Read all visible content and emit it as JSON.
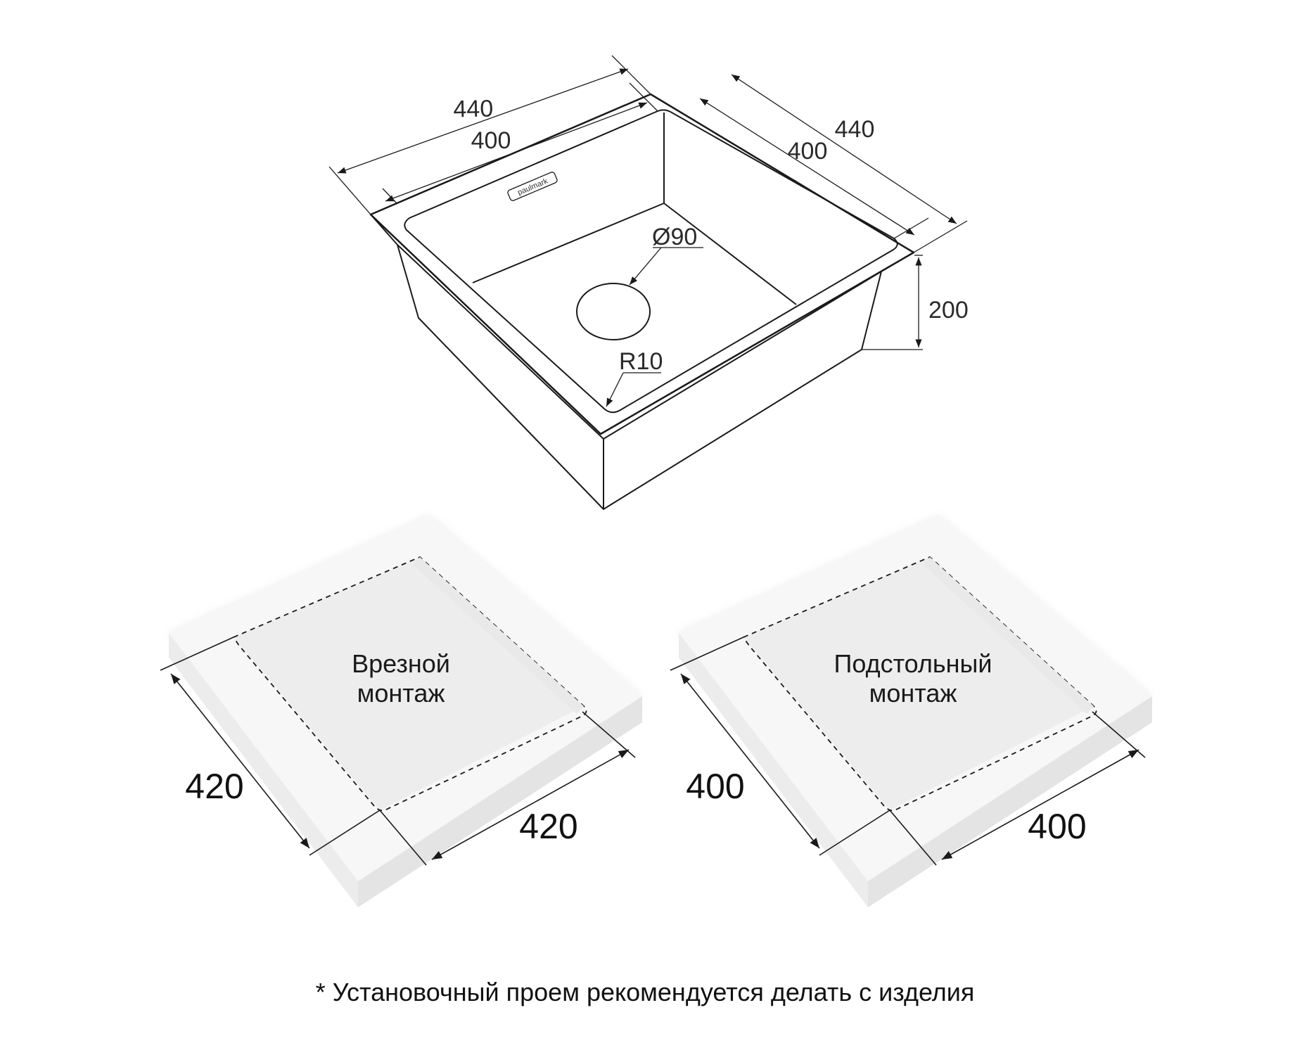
{
  "sink": {
    "brand": "paulmark",
    "dims": {
      "outer_width": "440",
      "inner_width": "400",
      "outer_depth": "440",
      "inner_depth": "400",
      "height": "200",
      "drain_diameter": "Ø90",
      "corner_radius": "R10"
    }
  },
  "mountings": [
    {
      "line1": "Врезной",
      "line2": "монтаж",
      "dim_left": "420",
      "dim_right": "420"
    },
    {
      "line1": "Подстольный",
      "line2": "монтаж",
      "dim_left": "400",
      "dim_right": "400"
    }
  ],
  "footnote": "* Установочный проем рекомендуется делать с изделия",
  "colors": {
    "line": "#1a1a1a",
    "slab_top": "#f6f6f6",
    "slab_side": "#ebebeb",
    "slab_edge": "#e2e2e2"
  }
}
